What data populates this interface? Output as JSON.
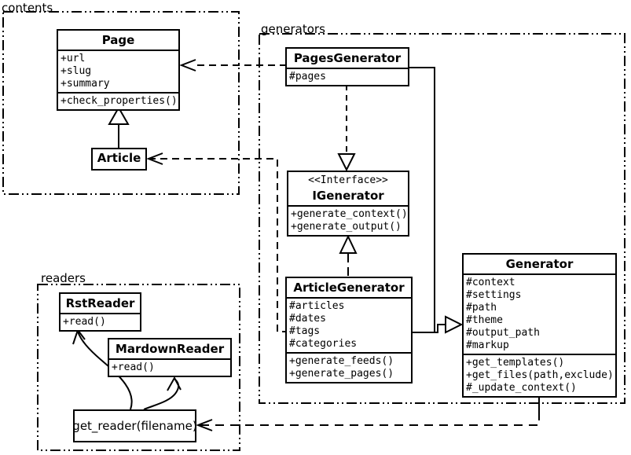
{
  "packages": {
    "contents": {
      "label": "contents"
    },
    "generators": {
      "label": "generators"
    },
    "readers": {
      "label": "readers"
    }
  },
  "classes": {
    "page": {
      "title": "Page",
      "attributes": [
        "+url",
        "+slug",
        "+summary"
      ],
      "methods": [
        "+check_properties()"
      ]
    },
    "article": {
      "title": "Article"
    },
    "pages_generator": {
      "title": "PagesGenerator",
      "attributes": [
        "#pages"
      ]
    },
    "igenerator": {
      "stereotype": "<<Interface>>",
      "title": "IGenerator",
      "methods": [
        "+generate_context()",
        "+generate_output()"
      ]
    },
    "article_generator": {
      "title": "ArticleGenerator",
      "attributes": [
        "#articles",
        "#dates",
        "#tags",
        "#categories"
      ],
      "methods": [
        "+generate_feeds()",
        "+generate_pages()"
      ]
    },
    "generator": {
      "title": "Generator",
      "attributes": [
        "#context",
        "#settings",
        "#path",
        "#theme",
        "#output_path",
        "#markup"
      ],
      "methods": [
        "+get_templates()",
        "+get_files(path,exclude)",
        "#_update_context()"
      ]
    },
    "rst_reader": {
      "title": "RstReader",
      "methods": [
        "+read()"
      ]
    },
    "mardown_reader": {
      "title": "MardownReader",
      "methods": [
        "+read()"
      ]
    },
    "get_reader": {
      "label": "get_reader(filename)"
    }
  },
  "relations": {
    "article_extends_page": "inheritance",
    "pagesgenerator_depends_page": "dashed-dependency",
    "articlegenerator_depends_article": "dashed-dependency",
    "pagesgenerator_realizes_igenerator": "dashed-realization",
    "articlegenerator_realizes_igenerator": "realization",
    "generators_extend_generator": "inheritance",
    "generator_depends_get_reader": "dashed-dependency",
    "get_reader_to_rstreader": "curved-arrow",
    "get_reader_to_mardownreader": "curved-arrow"
  },
  "colors": {
    "stroke": "#000000",
    "background": "#ffffff"
  }
}
